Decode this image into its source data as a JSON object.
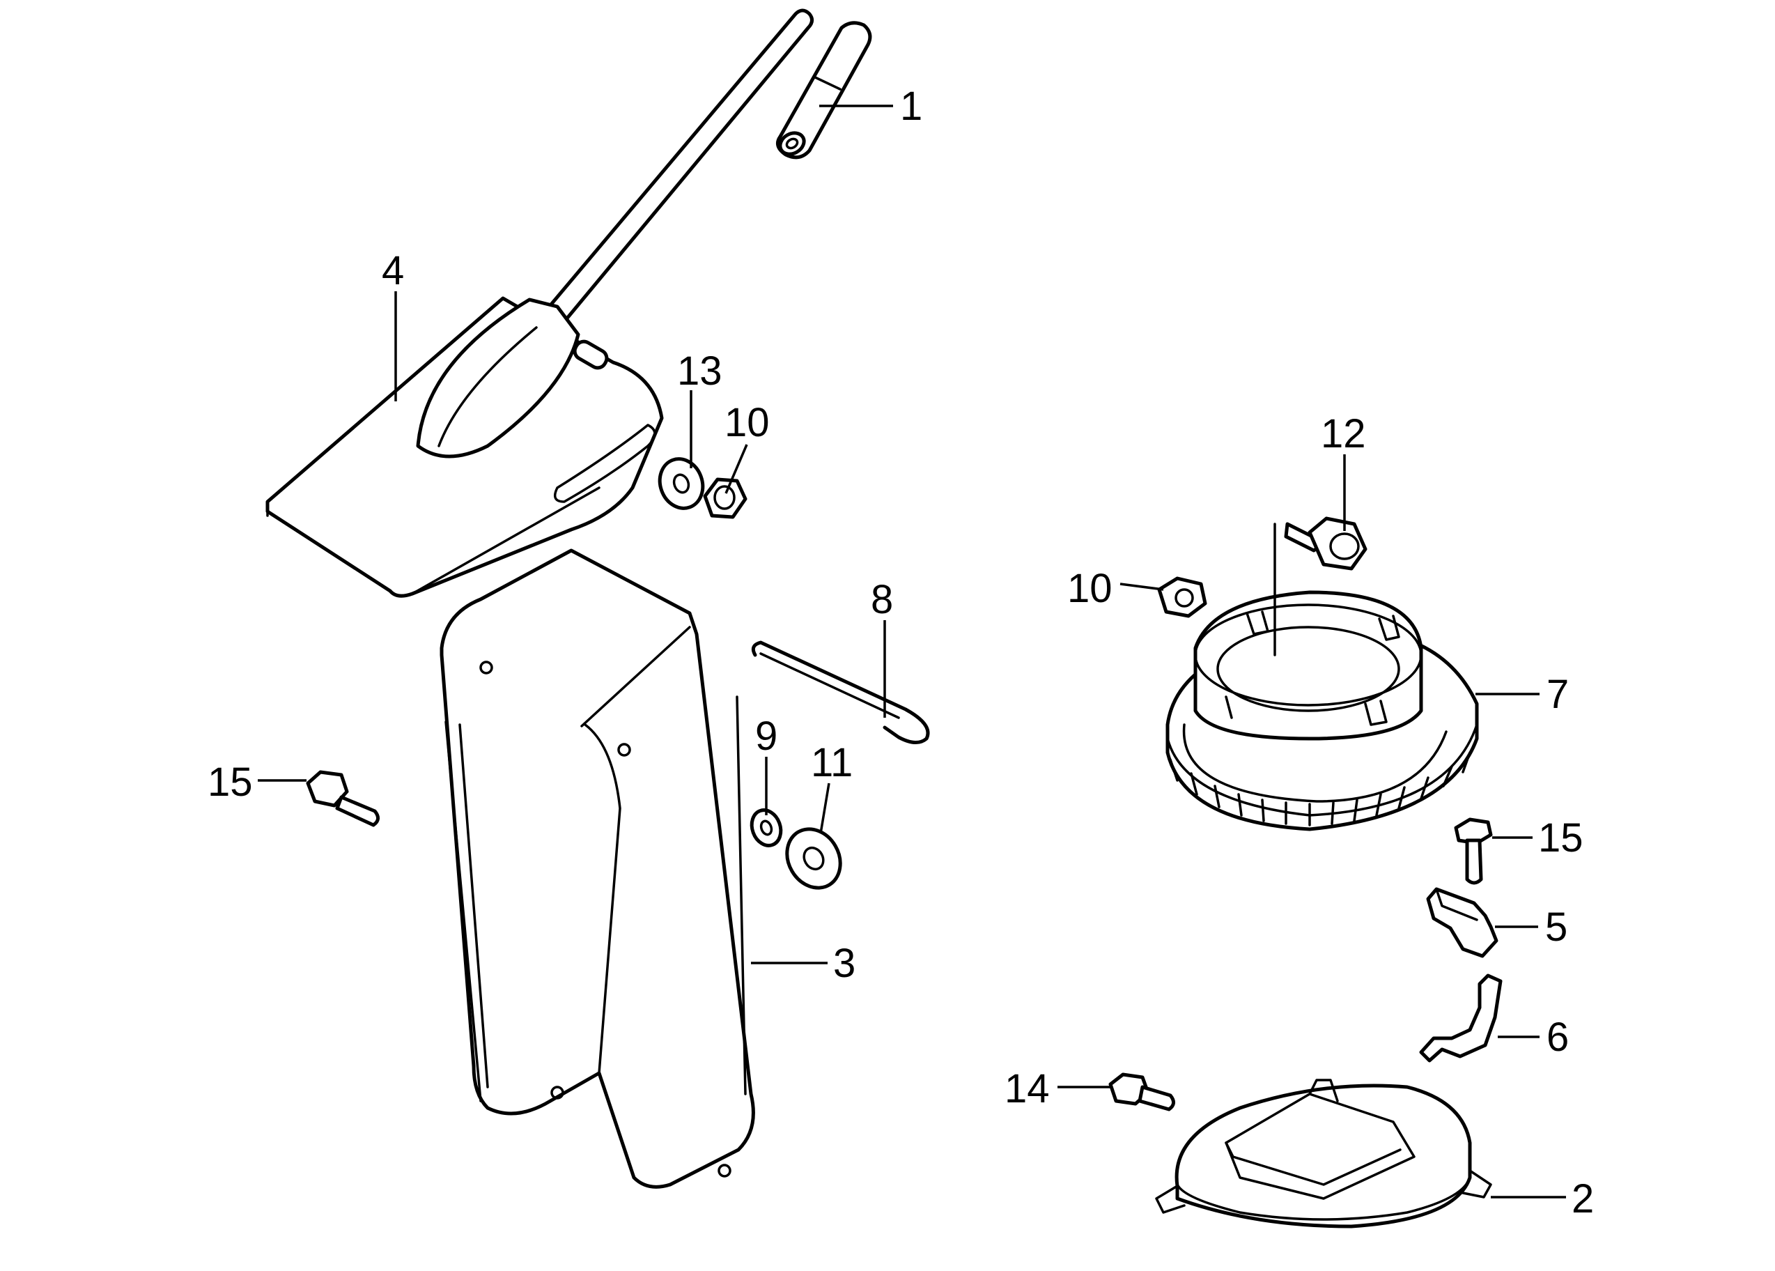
{
  "callouts": [
    {
      "id": "c1",
      "text": "1"
    },
    {
      "id": "c4",
      "text": "4"
    },
    {
      "id": "c13",
      "text": "13"
    },
    {
      "id": "c10a",
      "text": "10"
    },
    {
      "id": "c12",
      "text": "12"
    },
    {
      "id": "c10b",
      "text": "10"
    },
    {
      "id": "c8",
      "text": "8"
    },
    {
      "id": "c7",
      "text": "7"
    },
    {
      "id": "c9",
      "text": "9"
    },
    {
      "id": "c11",
      "text": "11"
    },
    {
      "id": "c15a",
      "text": "15"
    },
    {
      "id": "c15b",
      "text": "15"
    },
    {
      "id": "c5",
      "text": "5"
    },
    {
      "id": "c3",
      "text": "3"
    },
    {
      "id": "c6",
      "text": "6"
    },
    {
      "id": "c14",
      "text": "14"
    },
    {
      "id": "c2",
      "text": "2"
    }
  ]
}
